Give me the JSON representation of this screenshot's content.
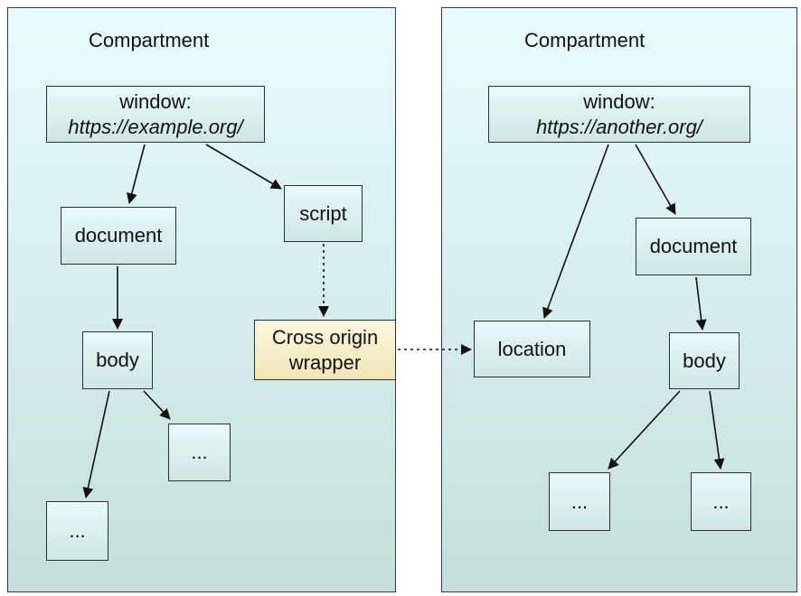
{
  "left": {
    "title": "Compartment",
    "window_line1": "window:",
    "window_line2": "https://example.org/",
    "document": "document",
    "script": "script",
    "body": "body",
    "child1": "...",
    "child2": "..."
  },
  "wrapper": {
    "line1": "Cross origin",
    "line2": "wrapper"
  },
  "right": {
    "title": "Compartment",
    "window_line1": "window:",
    "window_line2": "https://another.org/",
    "location": "location",
    "document": "document",
    "body": "body",
    "child1": "...",
    "child2": "..."
  }
}
